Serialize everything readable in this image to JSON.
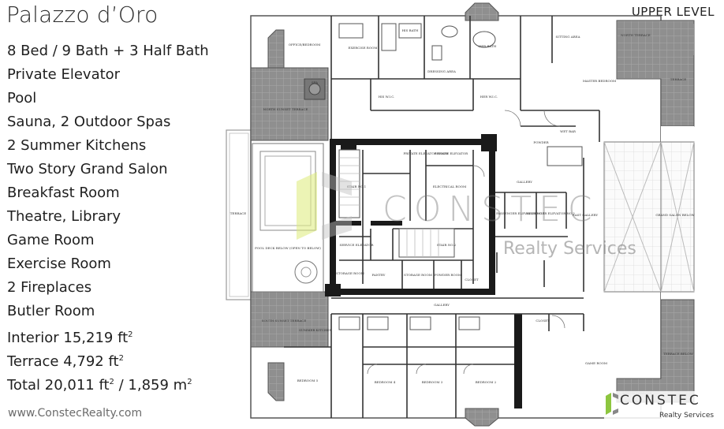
{
  "header": {
    "title": "Palazzo d’Oro",
    "level_label": "UPPER LEVEL"
  },
  "features": [
    "8 Bed / 9 Bath + 3 Half Bath",
    "Private Elevator",
    "Pool",
    "Sauna, 2 Outdoor Spas",
    "2 Summer Kitchens",
    "Two Story Grand Salon",
    "Breakfast Room",
    "Theatre, Library",
    "Game Room",
    "Exercise Room",
    "2 Fireplaces",
    "Butler Room"
  ],
  "areas": {
    "interior": {
      "label": "Interior 15,219 ft",
      "sup": "2"
    },
    "terrace": {
      "label": "Terrace 4,792 ft",
      "sup": "2"
    },
    "total": {
      "label_a": "Total 20,011 ft",
      "sup_a": "2",
      "label_b": " / 1,859 m",
      "sup_b": "2"
    }
  },
  "footer": {
    "website": "www.ConstecRealty.com"
  },
  "watermark": {
    "name": "CONSTEC",
    "sub": "Realty Services"
  },
  "logo": {
    "name": "CONSTEC",
    "sub": "Realty Services"
  },
  "plan_labels": {
    "north_terrace": "NORTH TERRACE",
    "terrace_e": "TERRACE",
    "terrace_w": "TERRACE",
    "master_bedroom": "MASTER BEDROOM",
    "sitting_area": "SITTING AREA",
    "office": "OFFICE/BEDROOM",
    "exercise_room": "EXERCISE ROOM",
    "his_bath": "HIS BATH",
    "her_bath": "HER BATH",
    "dressing": "DRESSING AREA",
    "his_wic": "HIS W.I.C.",
    "her_wic": "HER W.I.C.",
    "north_sunset_terrace": "NORTH SUNSET TERRACE",
    "spa": "SPA",
    "private_elevator_room": "PRIVATE ELEVATOR ROOM",
    "private_elevator": "PRIVATE ELEVATOR",
    "stair1": "STAIR NO.1",
    "electrical": "ELECTRICAL ROOM",
    "gallery": "GALLERY",
    "passenger_elev1": "PASSENGER ELEVATOR NO.1",
    "passenger_elev2": "PASSENGER ELEVATOR NO.2",
    "east_gallery": "EAST GALLERY",
    "grand_salon": "GRAND SALON BELOW",
    "wet_bar": "WET BAR",
    "powder": "POWDER",
    "service_elevator": "SERVICE ELEVATOR",
    "stair2": "STAIR NO.2",
    "storage1": "STORAGE ROOM",
    "pantry": "PANTRY",
    "storage2": "STORAGE ROOM",
    "powder2": "POWDER ROOM",
    "closet": "CLOSET",
    "pool_deck": "POOL DECK BELOW (OPEN TO BELOW)",
    "terrace_below": "TERRACE BELOW",
    "south_sunset_terrace": "SOUTH SUNSET TERRACE",
    "summer_kitchen": "SUMMER KITCHEN",
    "bedroom5": "BEDROOM 5",
    "bedroom4": "BEDROOM 4",
    "bedroom3": "BEDROOM 3",
    "bedroom2": "BEDROOM 2",
    "game_room": "GAME ROOM",
    "south_terrace": "SOUTH TERRACE",
    "gallery2": "GALLERY",
    "closet2": "CLOSET"
  }
}
